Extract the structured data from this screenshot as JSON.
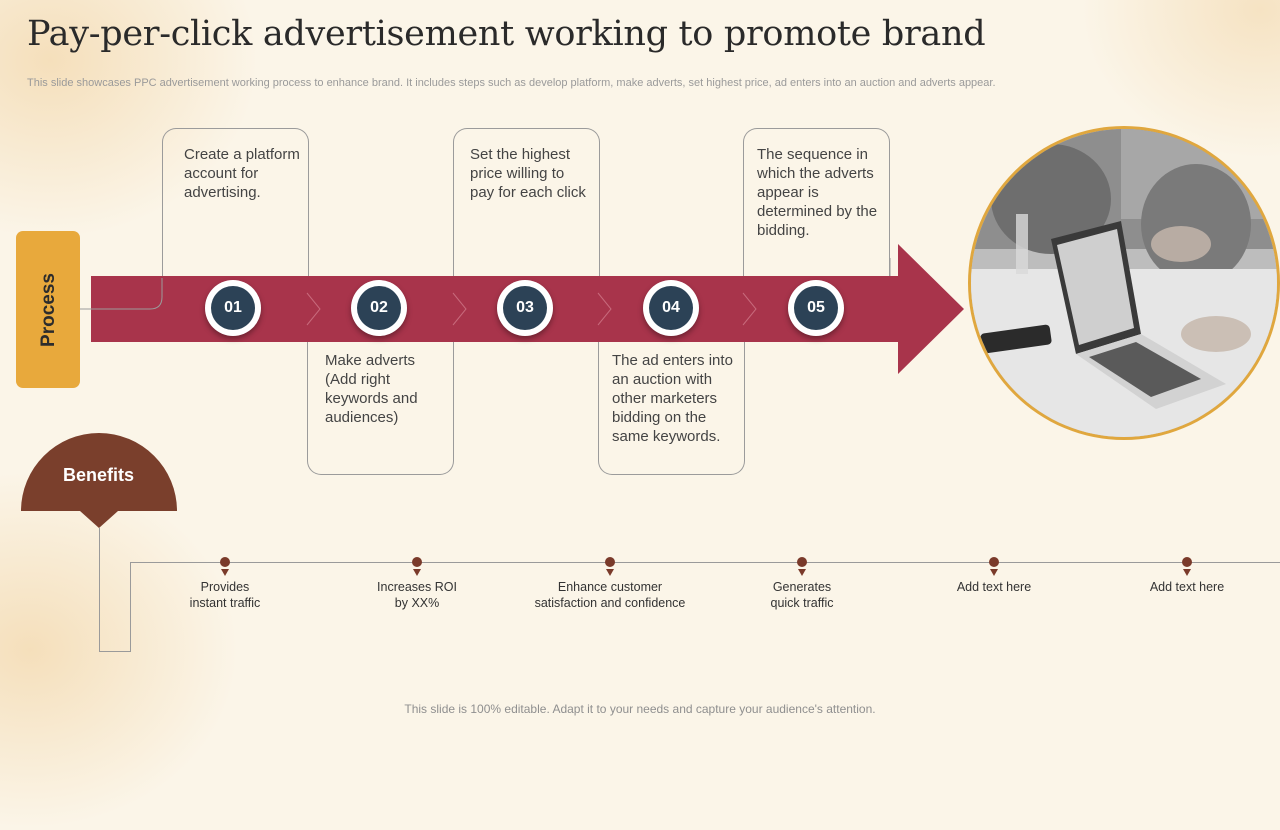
{
  "slide": {
    "title": "Pay-per-click advertisement working to promote brand",
    "subtitle": "This slide showcases PPC advertisement working process to enhance brand. It includes steps such as develop platform, make adverts, set highest price, ad enters into an auction and adverts appear.",
    "footer": "This slide is 100% editable. Adapt it to your needs and capture your audience's attention."
  },
  "process": {
    "label": "Process",
    "steps": [
      {
        "number": "01",
        "text": "Create a platform account for advertising."
      },
      {
        "number": "02",
        "text": "Make adverts (Add right keywords and audiences)"
      },
      {
        "number": "03",
        "text": "Set the highest price willing to pay for each click"
      },
      {
        "number": "04",
        "text": "The ad enters into an auction with other marketers bidding on the same keywords."
      },
      {
        "number": "05",
        "text": "The sequence in which the adverts appear is determined by the bidding."
      }
    ]
  },
  "benefits": {
    "label": "Benefits",
    "items": [
      "Provides instant traffic",
      "Increases ROI by XX%",
      "Enhance customer satisfaction and confidence",
      "Generates quick traffic",
      "Add text here",
      "Add text here"
    ]
  },
  "colors": {
    "background": "#fbf5e8",
    "arrow": "#a8344b",
    "process_tab": "#e8a93c",
    "step_circle": "#2c4256",
    "benefits_fan": "#7a3f2c",
    "photo_border": "#e0a73e"
  }
}
